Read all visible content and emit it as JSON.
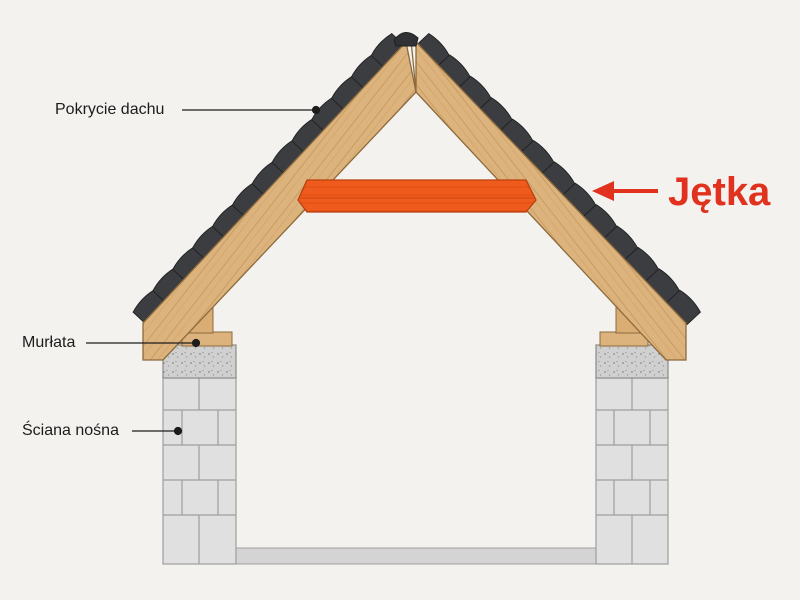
{
  "diagram": {
    "labels": {
      "roof_covering": "Pokrycie dachu",
      "wall_plate": "Murłata",
      "load_bearing_wall": "Ściana nośna",
      "collar_beam": "Jętka"
    },
    "colors": {
      "background": "#f3f2ef",
      "timber": "#dcb37c",
      "timber_edge": "#8c6a3c",
      "collar_beam": "#ef5b1c",
      "tiles": "#3b3d40",
      "blocks": "#dedede",
      "block_mortar": "#9e9e9e",
      "callout_text": "#1c1c1c",
      "highlight": "#e0321f"
    },
    "icons": {
      "callout_marker": "dot",
      "highlight_pointer": "arrow-left"
    }
  }
}
